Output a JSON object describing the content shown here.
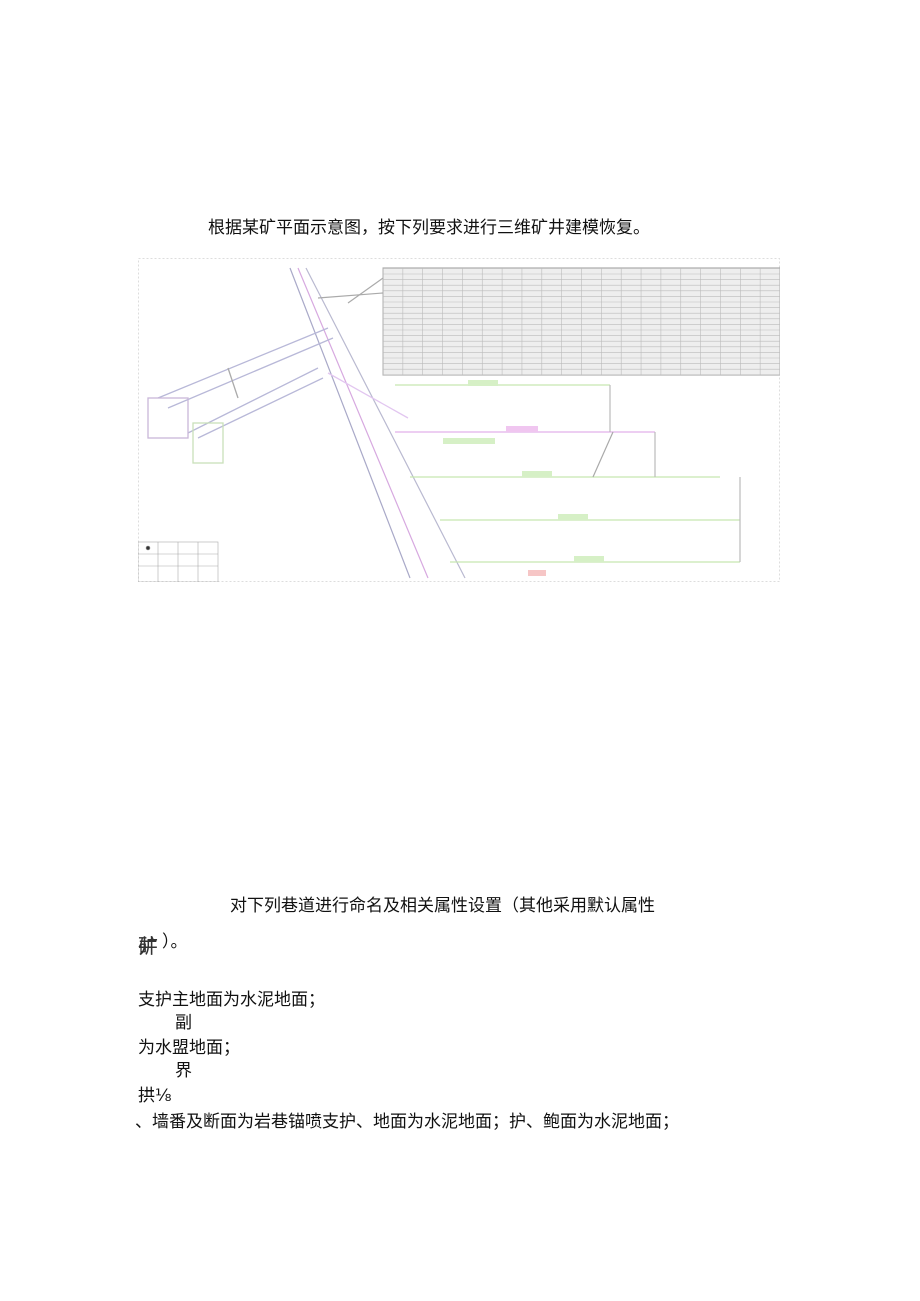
{
  "document": {
    "intro": "根据某矿平面示意图，按下列要求进行三维矿井建模恢复。",
    "figure": {
      "type": "mine plan schematic",
      "icon": "mine-plan-drawing"
    },
    "task_line1": "对下列巷道进行命名及相关属性设置（其他采用默认属性",
    "task_line2_garbled": "矿井",
    "task_line2_end": "）。",
    "lines": [
      "支护主地面为水泥地面；",
      "副",
      "为水盟地面；",
      "界",
      "拱⅛",
      "、墙番及断面为岩巷锚喷支护、地面为水泥地面；护、鲍面为水泥地面；"
    ]
  }
}
